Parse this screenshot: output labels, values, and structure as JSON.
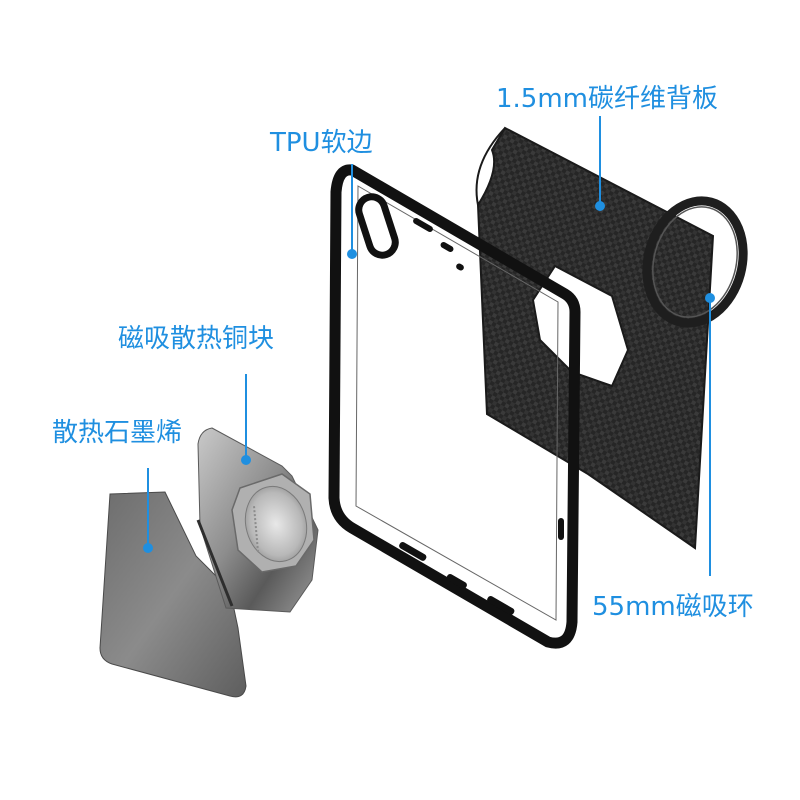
{
  "labels": {
    "carbon_plate": "1.5mm碳纤维背板",
    "tpu_edge": "TPU软边",
    "copper_block": "磁吸散热铜块",
    "graphene": "散热石墨烯",
    "magnetic_ring": "55mm磁吸环"
  },
  "colors": {
    "callout": "#1f8fe0",
    "carbon": "#2a2a2a",
    "frame": "#111111",
    "graphene": "#7a7a7a",
    "copper": "#9a9a9a"
  },
  "icons": {
    "engraving": "small engraved text on magnet pad"
  }
}
